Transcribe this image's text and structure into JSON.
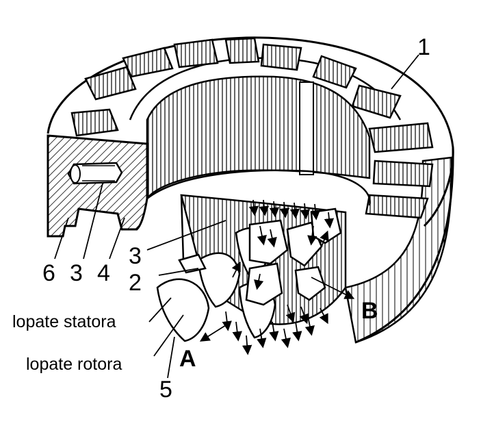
{
  "labels": {
    "part_1": "1",
    "part_3_top": "3",
    "part_2": "2",
    "part_6": "6",
    "part_3_bottom": "3",
    "part_4": "4",
    "part_5": "5",
    "stator_blades": "lopate statora",
    "rotor_blades": "lopate rotora",
    "point_a": "A",
    "point_b": "B"
  },
  "colors": {
    "ink": "#000000",
    "paper": "#ffffff"
  }
}
